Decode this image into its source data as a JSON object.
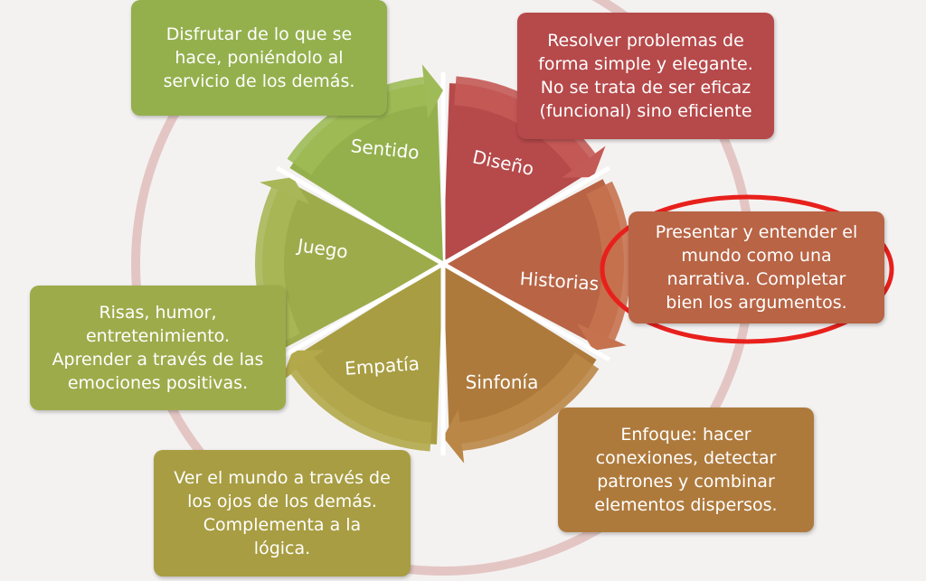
{
  "colors": {
    "background": "#f4f2f1",
    "ring": "#e3c6c4",
    "highlight": "#e8201c",
    "sentido": "#94b04d",
    "diseno": "#b6494a",
    "historias": "#b86445",
    "sinfonia": "#ae7a3c",
    "empatia": "#a89d42",
    "juego": "#9eab4b"
  },
  "segments": [
    {
      "id": "diseno",
      "label": "Diseño",
      "color": "#b6494a",
      "arrow": "#c45a56"
    },
    {
      "id": "historias",
      "label": "Historias",
      "color": "#b86445",
      "arrow": "#c6724f"
    },
    {
      "id": "sinfonia",
      "label": "Sinfonía",
      "color": "#ae7a3c",
      "arrow": "#bb8747"
    },
    {
      "id": "empatia",
      "label": "Empatía",
      "color": "#a89d42",
      "arrow": "#b3a94b"
    },
    {
      "id": "juego",
      "label": "Juego",
      "color": "#9eab4b",
      "arrow": "#aab758"
    },
    {
      "id": "sentido",
      "label": "Sentido",
      "color": "#94b04d",
      "arrow": "#9fbb57"
    }
  ],
  "boxes": {
    "sentido": {
      "text": "Disfrutar de lo que se\nhace, poniéndolo al\nservicio de los demás.",
      "color": "#94b04d"
    },
    "diseno": {
      "text": "Resolver problemas de\nforma simple y elegante.\nNo se trata de ser eficaz\n(funcional) sino eficiente",
      "color": "#b6494a"
    },
    "historias": {
      "text": "Presentar y entender el\nmundo como una\nnarrativa. Completar\nbien los argumentos.",
      "color": "#b86445"
    },
    "juego": {
      "text": "Risas, humor,\nentretenimiento.\nAprender a través de las\nemociones positivas.",
      "color": "#9eab4b"
    },
    "sinfonia": {
      "text": "Enfoque: hacer\nconexiones, detectar\npatrones y combinar\nelementos dispersos.",
      "color": "#ae7a3c"
    },
    "empatia": {
      "text": "Ver el mundo a través de\nlos ojos de los demás.\nComplementa a la\nlógica.",
      "color": "#a89d42"
    }
  }
}
